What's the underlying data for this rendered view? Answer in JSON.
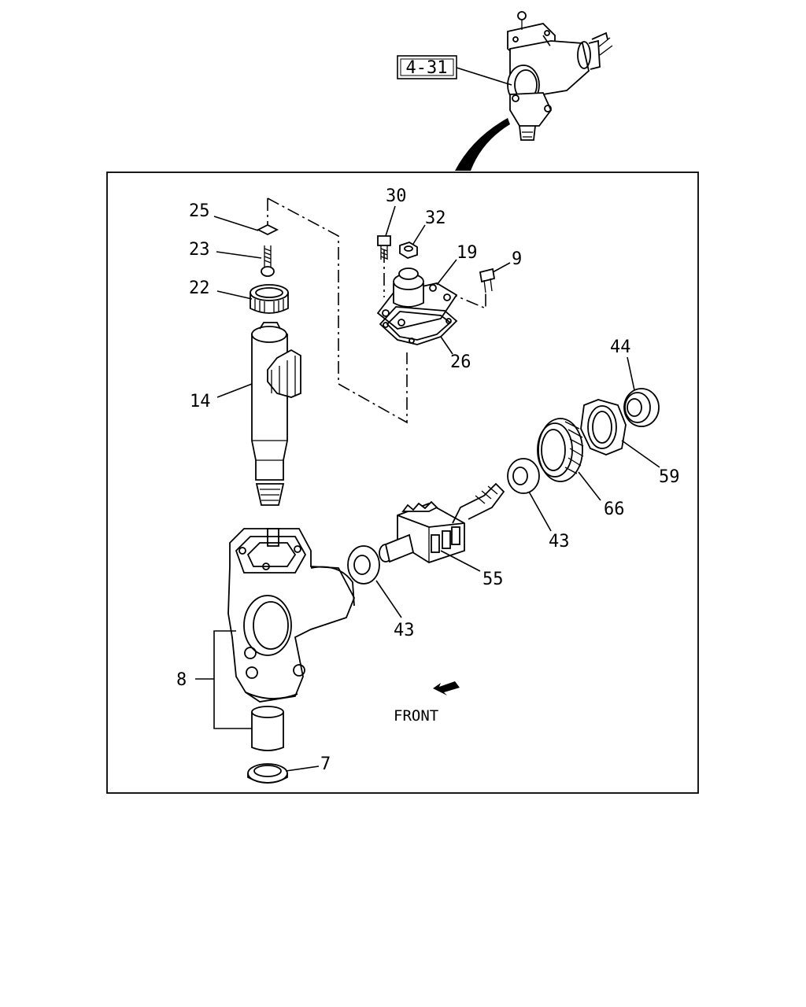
{
  "reference": {
    "label": "4-31"
  },
  "direction": {
    "label": "FRONT"
  },
  "callouts": [
    {
      "id": "25",
      "label": "25"
    },
    {
      "id": "23",
      "label": "23"
    },
    {
      "id": "22",
      "label": "22"
    },
    {
      "id": "14",
      "label": "14"
    },
    {
      "id": "30",
      "label": "30"
    },
    {
      "id": "32",
      "label": "32"
    },
    {
      "id": "19",
      "label": "19"
    },
    {
      "id": "9",
      "label": "9"
    },
    {
      "id": "26",
      "label": "26"
    },
    {
      "id": "44",
      "label": "44"
    },
    {
      "id": "59",
      "label": "59"
    },
    {
      "id": "66",
      "label": "66"
    },
    {
      "id": "43a",
      "label": "43"
    },
    {
      "id": "55",
      "label": "55"
    },
    {
      "id": "43b",
      "label": "43"
    },
    {
      "id": "8",
      "label": "8"
    },
    {
      "id": "7",
      "label": "7"
    }
  ]
}
